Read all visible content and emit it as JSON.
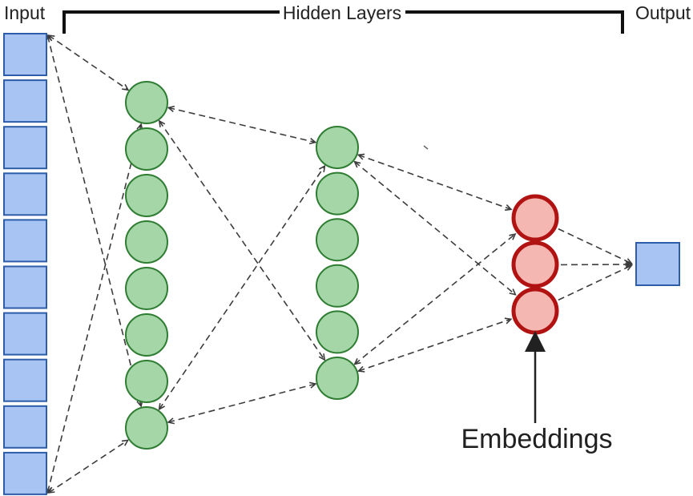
{
  "diagram": {
    "labels": {
      "input": "Input",
      "hidden_layers": "Hidden Layers",
      "output": "Output",
      "embeddings": "Embeddings"
    },
    "layers": [
      {
        "id": "input",
        "shape": "square",
        "count": 10,
        "fill": "#a7c4f2",
        "stroke": "#2d5da9"
      },
      {
        "id": "hidden1",
        "shape": "circle",
        "count": 8,
        "fill": "#a5d6a7",
        "stroke": "#2e7d32"
      },
      {
        "id": "hidden2",
        "shape": "circle",
        "count": 6,
        "fill": "#a5d6a7",
        "stroke": "#2e7d32"
      },
      {
        "id": "embeddings",
        "shape": "circle",
        "count": 3,
        "fill": "#f5b7b1",
        "stroke": "#b11212"
      },
      {
        "id": "output",
        "shape": "square",
        "count": 1,
        "fill": "#a7c4f2",
        "stroke": "#2d5da9"
      }
    ],
    "colors": {
      "edge": "#3c3c3c",
      "bracket": "#111111",
      "text": "#212121",
      "arrow": "#212121"
    }
  }
}
